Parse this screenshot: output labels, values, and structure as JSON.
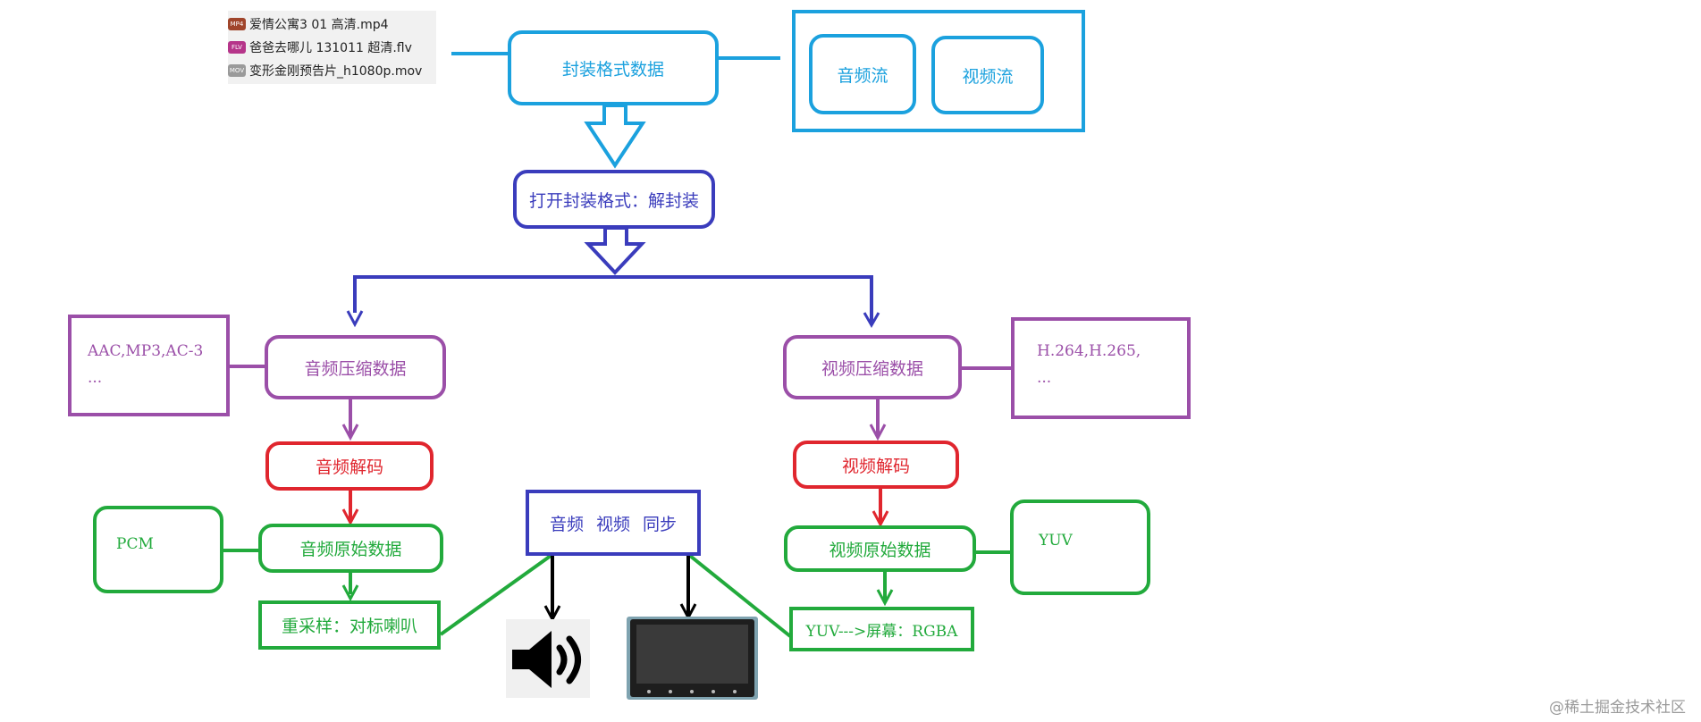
{
  "files": [
    {
      "icon": "MP4",
      "name": "爱情公寓3 01 高清.mp4",
      "color": "#a0452b"
    },
    {
      "icon": "FLV",
      "name": "爸爸去哪儿 131011 超清.flv",
      "color": "#b6358a"
    },
    {
      "icon": "MOV",
      "name": "变形金刚预告片_h1080p.mov",
      "color": "#9a9a9a"
    }
  ],
  "container": {
    "label": "封装格式数据",
    "audio_stream": "音频流",
    "video_stream": "视频流"
  },
  "demux": {
    "label": "打开封装格式：解封装"
  },
  "audio": {
    "compressed": "音频压缩数据",
    "formats": "AAC,MP3,AC-3\n...",
    "decode": "音频解码",
    "raw": "音频原始数据",
    "raw_format": "PCM",
    "resample": "重采样：对标喇叭"
  },
  "video": {
    "compressed": "视频压缩数据",
    "formats": "H.264,H.265,\n...",
    "decode": "视频解码",
    "raw": "视频原始数据",
    "raw_format": "YUV",
    "convert": "YUV--->屏幕：RGBA"
  },
  "sync": {
    "label": "音频 视频 同步"
  },
  "icons": {
    "speaker": "speaker-icon",
    "screen": "monitor-icon"
  },
  "watermark": "@稀土掘金技术社区",
  "colors": {
    "cyan": "#1ba1de",
    "blue": "#3a3cbc",
    "purple": "#9b4fa8",
    "red": "#e0262e",
    "green": "#22aa3c"
  }
}
